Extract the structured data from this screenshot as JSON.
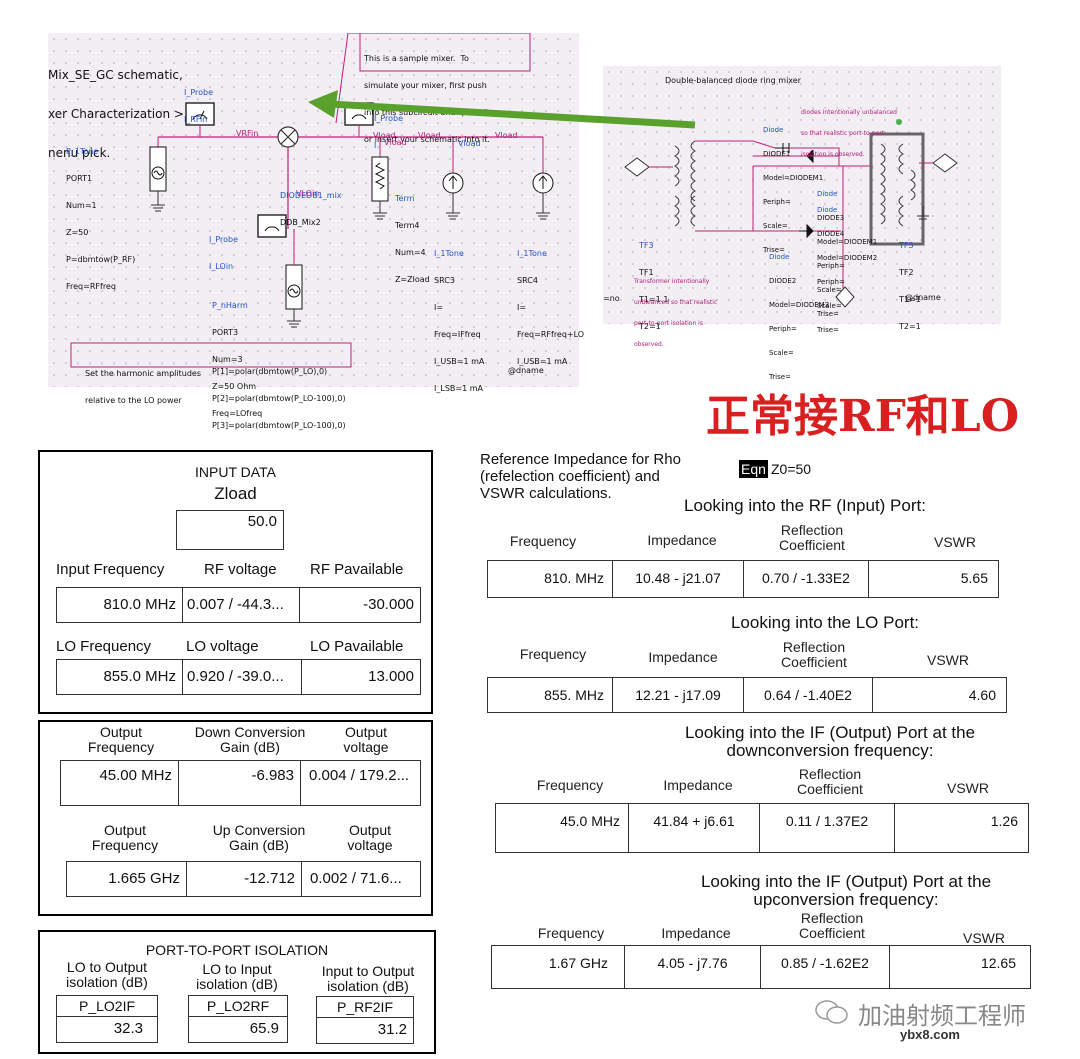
{
  "schematic_left": {
    "title_lines": [
      "Mix_SE_GC schematic,",
      "xer Characterization >",
      "nenu pick."
    ],
    "note_lines": [
      "This is a sample mixer.  To",
      "simulate your mixer, first push",
      "into this subcircuit and \"paste\"",
      "or insert your schematic into it."
    ],
    "iprobe_rf": [
      "I_Probe",
      "I_RFin"
    ],
    "iprobe_if": [
      "I_Probe",
      "I"
    ],
    "port1": [
      "P_1Tone",
      "PORT1",
      "Num=1",
      "Z=50",
      "P=dbmtow(P_RF)",
      "Freq=RFfreq"
    ],
    "wire_vrfin": "VRFin",
    "wire_vload": [
      "Vload",
      "Vload",
      "Vload",
      "Vload"
    ],
    "mixer_label": [
      "DIODEDB1_mix",
      "DDB_Mix2"
    ],
    "vloin": "VLOin",
    "term": [
      "Term",
      "Term4",
      "Num=4",
      "Z=Zload"
    ],
    "iprobe_lo": [
      "I_Probe",
      "I_LOin"
    ],
    "src3": [
      "I_1Tone",
      "SRC3",
      "I=",
      "Freq=IFfreq",
      "I_USB=1 mA",
      "I_LSB=1 mA"
    ],
    "src4": [
      "I_1Tone",
      "SRC4",
      "I=",
      "Freq=RFfreq+LO",
      "I_USB=1 mA"
    ],
    "port3": [
      "P_nHarm",
      "PORT3",
      "Num=3",
      "Z=50 Ohm",
      "Freq=LOfreq"
    ],
    "harm_note": [
      "Set the harmonic amplitudes",
      "relative to the LO power"
    ],
    "harm_eq": [
      "P[1]=polar(dbmtow(P_LO),0)",
      "P[2]=polar(dbmtow(P_LO-100),0)",
      "P[3]=polar(dbmtow(P_LO-100),0)"
    ],
    "author": "@dname"
  },
  "schematic_right": {
    "title": "Double-balanced diode ring mixer",
    "unbal_note": [
      "diodes intentionally unbalanced",
      "so that realistic port-to-port",
      "isolation is observed."
    ],
    "diode1": [
      "Diode",
      "DIODE1",
      "Model=DIODEM1",
      "Periph=",
      "Scale=",
      "Trise="
    ],
    "diode3": [
      "Diode",
      "DIODE3",
      "Model=DIODEM1",
      "Periph=",
      "Scale=",
      "Trise="
    ],
    "diode4": [
      "Diode",
      "DIODE4",
      "Model=DIODEM2",
      "Periph=",
      "Scale=",
      "Trise="
    ],
    "diode2": [
      "Diode",
      "DIODE2",
      "Model=DIODEM2",
      "Periph=",
      "Scale=",
      "Trise="
    ],
    "tf1": [
      "TF3",
      "TF1",
      "T1=1.1",
      "T2=1"
    ],
    "tf2": [
      "TF3",
      "TF2",
      "T1=1",
      "T2=1"
    ],
    "xfmr_note": [
      "Transformer intentionally",
      "unbalanced so that realistic",
      "port-to-port isolation is",
      "observed."
    ],
    "noedge": "=no",
    "author": "@dname"
  },
  "caption": "正常接RF和LO",
  "input_data": {
    "title": "INPUT DATA",
    "zload_label": "Zload",
    "zload_value": "50.0",
    "rf_headers": [
      "Input Frequency",
      "RF voltage",
      "RF Pavailable"
    ],
    "rf_values": [
      "810.0 MHz",
      "0.007 / -44.3...",
      "-30.000"
    ],
    "lo_headers": [
      "LO Frequency",
      "LO voltage",
      "LO Pavailable"
    ],
    "lo_values": [
      "855.0 MHz",
      "0.920 / -39.0...",
      "13.000"
    ]
  },
  "conversion": {
    "down_headers": [
      "Output\nFrequency",
      "Down Conversion\nGain (dB)",
      "Output\nvoltage"
    ],
    "down_values": [
      "45.00 MHz",
      "-6.983",
      "0.004 / 179.2..."
    ],
    "up_headers": [
      "Output\nFrequency",
      "Up Conversion\nGain (dB)",
      "Output\nvoltage"
    ],
    "up_values": [
      "1.665 GHz",
      "-12.712",
      "0.002 / 71.6..."
    ]
  },
  "isolation": {
    "title": "PORT-TO-PORT ISOLATION",
    "headers": [
      "LO to Output\nisolation (dB)",
      "LO to Input\nisolation (dB)",
      "Input to Output\nisolation (dB)"
    ],
    "names": [
      "P_LO2IF",
      "P_LO2RF",
      "P_RF2IF"
    ],
    "values": [
      "32.3",
      "65.9",
      "31.2"
    ]
  },
  "reference": {
    "text": [
      "Reference Impedance for Rho",
      "(refelection coefficient) and",
      "VSWR calculations."
    ],
    "eqn_tag": "Eqn",
    "eqn": "Z0=50"
  },
  "rf_port": {
    "title": "Looking into the RF (Input) Port:",
    "headers": [
      "Frequency",
      "Impedance",
      "Reflection\nCoefficient",
      "VSWR"
    ],
    "values": [
      "810. MHz",
      "10.48 - j21.07",
      "0.70 / -1.33E2",
      "5.65"
    ]
  },
  "lo_port": {
    "title": "Looking into the LO Port:",
    "headers": [
      "Frequency",
      "Impedance",
      "Reflection\nCoefficient",
      "VSWR"
    ],
    "values": [
      "855. MHz",
      "12.21 - j17.09",
      "0.64 / -1.40E2",
      "4.60"
    ]
  },
  "if_down": {
    "title": "Looking into the IF (Output) Port at the\ndownconversion frequency:",
    "headers": [
      "Frequency",
      "Impedance",
      "Reflection\nCoefficient",
      "VSWR"
    ],
    "values": [
      "45.0 MHz",
      "41.84 + j6.61",
      "0.11 / 1.37E2",
      "1.26"
    ]
  },
  "if_up": {
    "title": "Looking into the IF (Output) Port at the\nupconversion frequency:",
    "headers": [
      "Frequency",
      "Impedance",
      "Reflection\nCoefficient",
      "VSWR"
    ],
    "values": [
      "1.67 GHz",
      "4.05 - j7.76",
      "0.85 / -1.62E2",
      "12.65"
    ]
  },
  "watermark": {
    "text": "加油射频工程师",
    "site": "ybx8.com"
  },
  "colors": {
    "schematic_bg": "#f3eef3",
    "wire": "#c0207a",
    "label_blue": "#2255cc",
    "arrow": "#5aa02c",
    "caption": "#d92020"
  }
}
